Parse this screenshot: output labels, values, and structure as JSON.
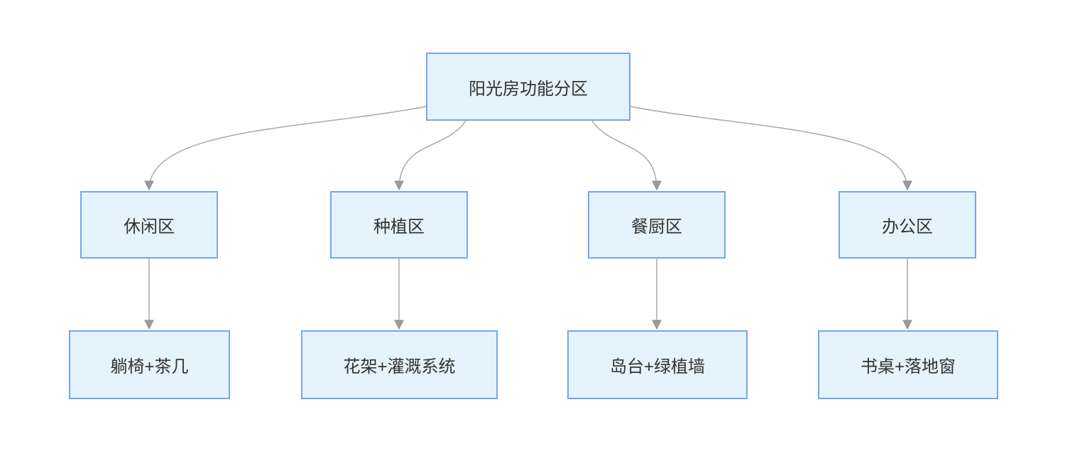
{
  "diagram": {
    "type": "tree",
    "root": {
      "label": "阳光房功能分区"
    },
    "branches": [
      {
        "zone": {
          "label": "休闲区"
        },
        "detail": {
          "label": "躺椅+茶几"
        }
      },
      {
        "zone": {
          "label": "种植区"
        },
        "detail": {
          "label": "花架+灌溉系统"
        }
      },
      {
        "zone": {
          "label": "餐厨区"
        },
        "detail": {
          "label": "岛台+绿植墙"
        }
      },
      {
        "zone": {
          "label": "办公区"
        },
        "detail": {
          "label": "书桌+落地窗"
        }
      }
    ],
    "colors": {
      "node_fill": "#e4f3fc",
      "node_border": "#78a4f0",
      "edge_line": "#a8a8a8",
      "arrowhead_fill": "#9b9b9b",
      "text": "#333333",
      "background": "#ffffff"
    }
  }
}
